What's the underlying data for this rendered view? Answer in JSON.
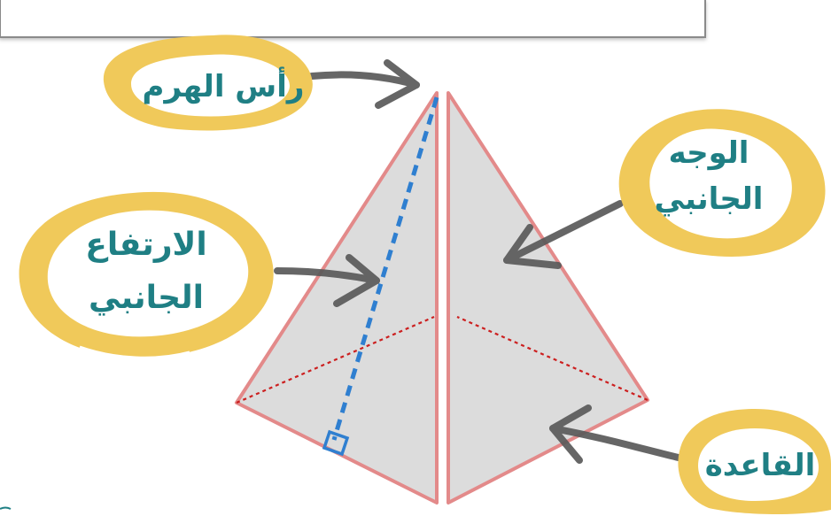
{
  "labels": {
    "apex": "رأس الهرم",
    "lateral_face_line1": "الوجه",
    "lateral_face_line2": "الجانبي",
    "slant_height_line1": "الارتفاع",
    "slant_height_line2": "الجانبي",
    "base": "القاعدة"
  },
  "colors": {
    "bubble": "#f0c95a",
    "label_text": "#1f7f84",
    "pyramid_fill": "#dcdcdc",
    "pyramid_edge": "#e38a8a",
    "hidden_edge": "#cc1f1f",
    "slant_line": "#2f7fd0",
    "arrow": "#5a5a5a"
  }
}
